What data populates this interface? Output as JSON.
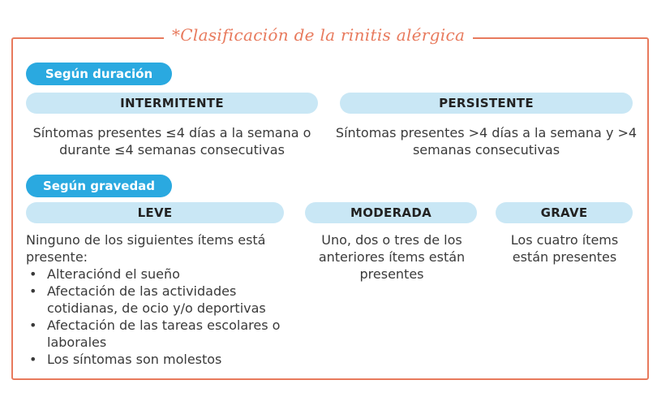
{
  "title": "*Clasificación de la rinitis alérgica",
  "colors": {
    "frame": "#e87a5d",
    "tag": "#2aa9e0",
    "pill": "#c9e7f5"
  },
  "duracion": {
    "tag": "Según duración",
    "intermitente": {
      "label": "INTERMITENTE",
      "text": "Síntomas presentes ≤4 días a la semana o durante ≤4 semanas consecutivas"
    },
    "persistente": {
      "label": "PERSISTENTE",
      "text": "Síntomas presentes >4 días a la semana y >4 semanas consecutivas"
    }
  },
  "gravedad": {
    "tag": "Según gravedad",
    "leve": {
      "label": "LEVE",
      "intro": "Ninguno de los siguientes ítems está presente:",
      "items": [
        "Alteraciónd el sueño",
        "Afectación de las actividades cotidianas, de ocio y/o deportivas",
        "Afectación de las tareas escolares o laborales",
        "Los síntomas son molestos"
      ]
    },
    "moderada": {
      "label": "MODERADA",
      "text": "Uno, dos o tres de los anteriores ítems están presentes"
    },
    "grave": {
      "label": "GRAVE",
      "text": "Los cuatro ítems están presentes"
    }
  }
}
